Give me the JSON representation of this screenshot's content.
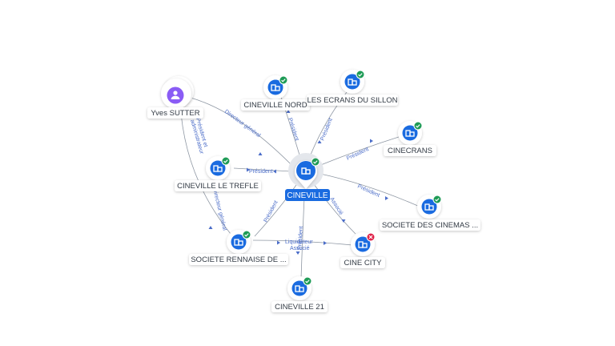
{
  "colors": {
    "company": "#1a6be0",
    "person": "#8a5cf5",
    "active_badge": "#1e9b56",
    "closed_badge": "#e0244a",
    "edge": "#8e97a3",
    "edge_label": "#4a6cc8"
  },
  "graph": {
    "center": {
      "id": "cineville",
      "label": "CINEVILLE",
      "icon": "building-icon",
      "status": "active"
    },
    "nodes": [
      {
        "id": "yves",
        "label": "Yves SUTTER",
        "kind": "person",
        "icon": "person-icon",
        "status": "none"
      },
      {
        "id": "nord",
        "label": "CINEVILLE NORD",
        "kind": "company",
        "icon": "building-icon",
        "status": "active"
      },
      {
        "id": "sillon",
        "label": "LES ECRANS DU SILLON",
        "kind": "company",
        "icon": "building-icon",
        "status": "active"
      },
      {
        "id": "cinecrans",
        "label": "CINECRANS",
        "kind": "company",
        "icon": "building-icon",
        "status": "active"
      },
      {
        "id": "trefle",
        "label": "CINEVILLE LE TREFLE",
        "kind": "company",
        "icon": "building-icon",
        "status": "active"
      },
      {
        "id": "cinemas",
        "label": "SOCIETE DES CINEMAS ...",
        "kind": "company",
        "icon": "building-icon",
        "status": "active"
      },
      {
        "id": "rennaise",
        "label": "SOCIETE RENNAISE DE ...",
        "kind": "company",
        "icon": "building-icon",
        "status": "active"
      },
      {
        "id": "cinecity",
        "label": "CINE CITY",
        "kind": "company",
        "icon": "building-icon",
        "status": "closed"
      },
      {
        "id": "c21",
        "label": "CINEVILLE 21",
        "kind": "company",
        "icon": "building-icon",
        "status": "active"
      }
    ],
    "edges": [
      {
        "id": "e1",
        "label": "Directeur général"
      },
      {
        "id": "e2",
        "label": "Président"
      },
      {
        "id": "e3",
        "label": "Président"
      },
      {
        "id": "e4",
        "label": "Président"
      },
      {
        "id": "e5",
        "label": "Président"
      },
      {
        "id": "e6",
        "label": "Président"
      },
      {
        "id": "e7",
        "label": "Président"
      },
      {
        "id": "e8",
        "label": "Président"
      },
      {
        "id": "e9",
        "label": "Associé"
      },
      {
        "id": "e10",
        "label": "Liquidateur"
      },
      {
        "id": "e11",
        "label": "Président"
      },
      {
        "id": "e12a",
        "label": "Président et"
      },
      {
        "id": "e12b",
        "label": "administrateur"
      },
      {
        "id": "e12c",
        "label": "Directeur général"
      },
      {
        "id": "e13",
        "label": "Associé"
      }
    ]
  }
}
